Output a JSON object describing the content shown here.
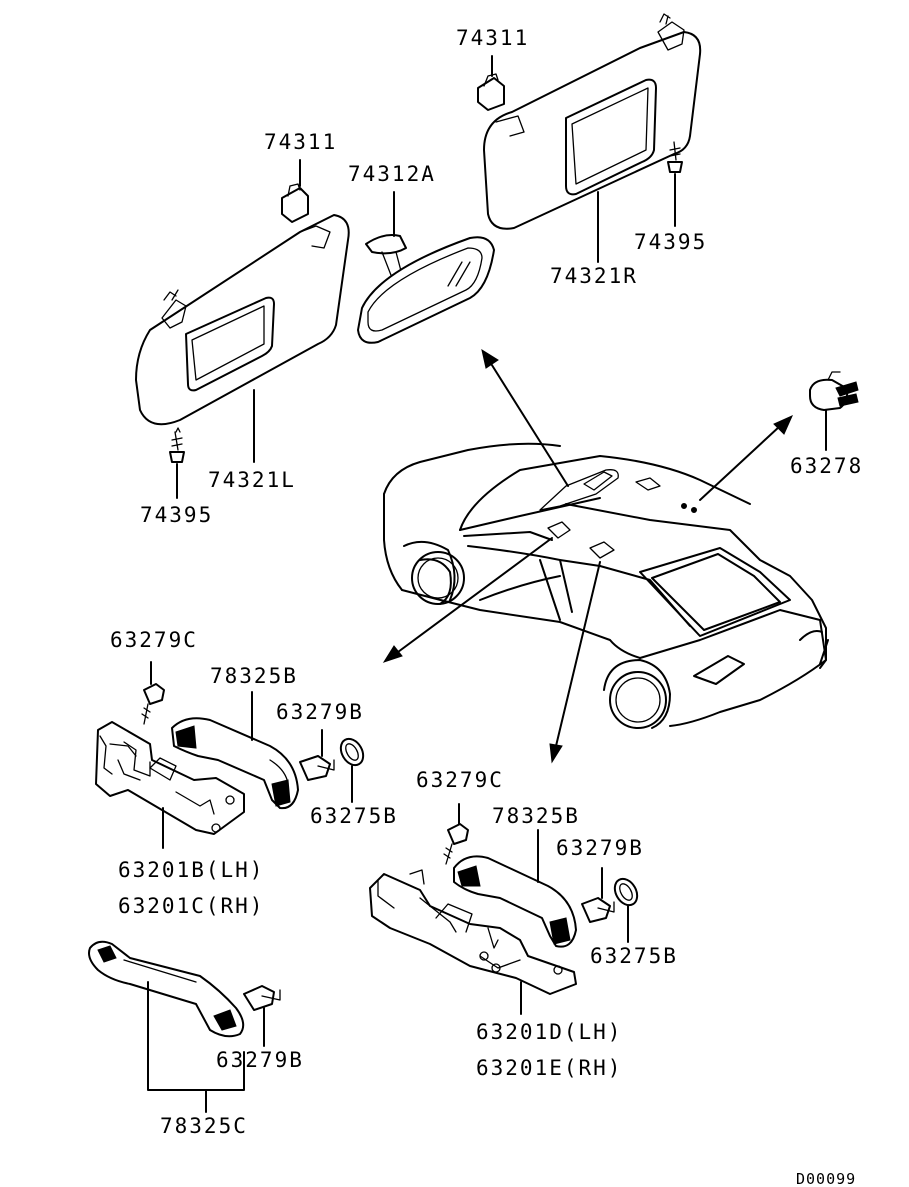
{
  "diagram_id": "D00099",
  "parts": {
    "clip_left": "74311",
    "clip_right": "74311",
    "mirror": "74312A",
    "screw_left": "74395",
    "screw_right": "74395",
    "visor_left": "74321L",
    "visor_right": "74321R",
    "dome_clip": "63278",
    "bolt_c_left": "63279C",
    "grip_b_left": "78325B",
    "bolt_b_left": "63279B",
    "cap_left": "63275B",
    "bracket_lh": "63201B(LH)",
    "bracket_rh": "63201C(RH)",
    "bolt_c_right": "63279C",
    "grip_b_right": "78325B",
    "bolt_b_right": "63279B",
    "cap_right": "63275B",
    "bracket_d": "63201D(LH)",
    "bracket_e": "63201E(RH)",
    "bolt_b_bottom": "63279B",
    "grip_c": "78325C"
  }
}
